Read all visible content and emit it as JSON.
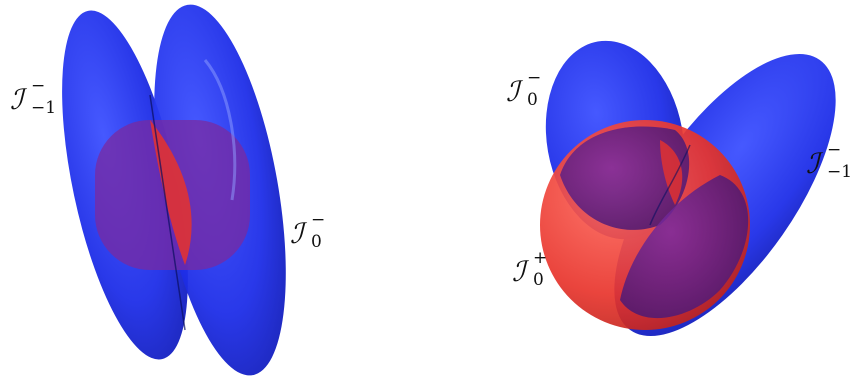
{
  "figure": {
    "left_panel": {
      "labels": [
        {
          "id": "I_minus1_minus",
          "base": "ℐ",
          "sup": "−",
          "sub": "−1"
        },
        {
          "id": "I_0_minus",
          "base": "ℐ",
          "sup": "−",
          "sub": "0"
        }
      ]
    },
    "right_panel": {
      "labels": [
        {
          "id": "I_0_minus",
          "base": "ℐ",
          "sup": "−",
          "sub": "0"
        },
        {
          "id": "I_minus1_minus",
          "base": "ℐ",
          "sup": "−",
          "sub": "−1"
        },
        {
          "id": "I_0_plus",
          "base": "ℐ",
          "sup": "+",
          "sub": "0"
        }
      ]
    },
    "colors": {
      "blue_surface": "#1f2ff0",
      "red_surface": "#e8322c",
      "overlap_purple": "#6a1f86"
    }
  }
}
